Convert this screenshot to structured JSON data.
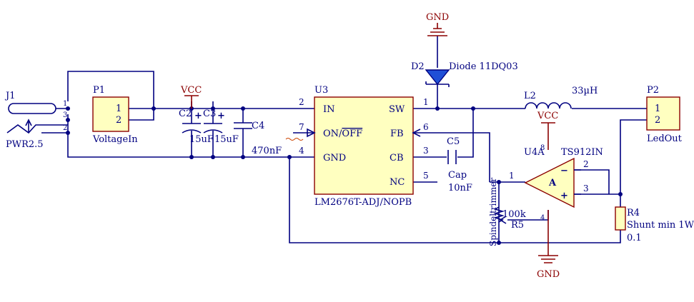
{
  "colors": {
    "wire": "#000080",
    "power": "#8b0000",
    "part_fill": "#ffffc0",
    "diode_fill": "#1f4fd6",
    "background": "#ffffff"
  },
  "labels": {
    "gnd_top": "GND",
    "d2_ref": "D2",
    "d2_value": "Diode 11DQ03",
    "l2_ref": "L2",
    "l2_value": "33µH",
    "vcc_c2": "VCC",
    "vcc_u4": "VCC",
    "j1_ref": "J1",
    "j1_value": "PWR2.5",
    "j1_pins": [
      "1",
      "3",
      "2"
    ],
    "p1_ref": "P1",
    "p1_value": "VoltageIn",
    "p1_pins": [
      "1",
      "2"
    ],
    "c2_ref": "C2",
    "c3_ref": "C3",
    "c4_ref": "C4",
    "c2_value": "15uF",
    "c3_value": "15uF",
    "c4_value": "470nF",
    "u3_ref": "U3",
    "u3_value": "LM2676T-ADJ/NOPB",
    "u3_pin_in": "IN",
    "u3_pin_on_prefix": "ON/",
    "u3_pin_off": "OFF",
    "u3_pin_gnd": "GND",
    "u3_pin_sw": "SW",
    "u3_pin_fb": "FB",
    "u3_pin_cb": "CB",
    "u3_pin_nc": "NC",
    "u3_num_in": "2",
    "u3_num_on": "7",
    "u3_num_gnd": "4",
    "u3_num_sw": "1",
    "u3_num_fb": "6",
    "u3_num_cb": "3",
    "u3_num_nc": "5",
    "c5_ref": "C5",
    "c5_value": "Cap",
    "c5_value2": "10nF",
    "p2_ref": "P2",
    "p2_value": "LedOut",
    "p2_pins": [
      "1",
      "2"
    ],
    "u4_ref": "U4A",
    "u4_value": "TS912IN",
    "u4_unit": "A",
    "u4_pin_out": "1",
    "u4_pin_minus": "2",
    "u4_pin_plus": "3",
    "u4_pin_v": "8",
    "u4_pin_g": "4",
    "r5_ref": "R5",
    "r5_value": "100k",
    "r5_type": "Spindeltrimmer",
    "r4_ref": "R4",
    "r4_value": "Shunt min 1W",
    "r4_value2": "0.1",
    "gnd_bottom": "GND",
    "minus_sign": "−",
    "plus_sign": "+"
  }
}
